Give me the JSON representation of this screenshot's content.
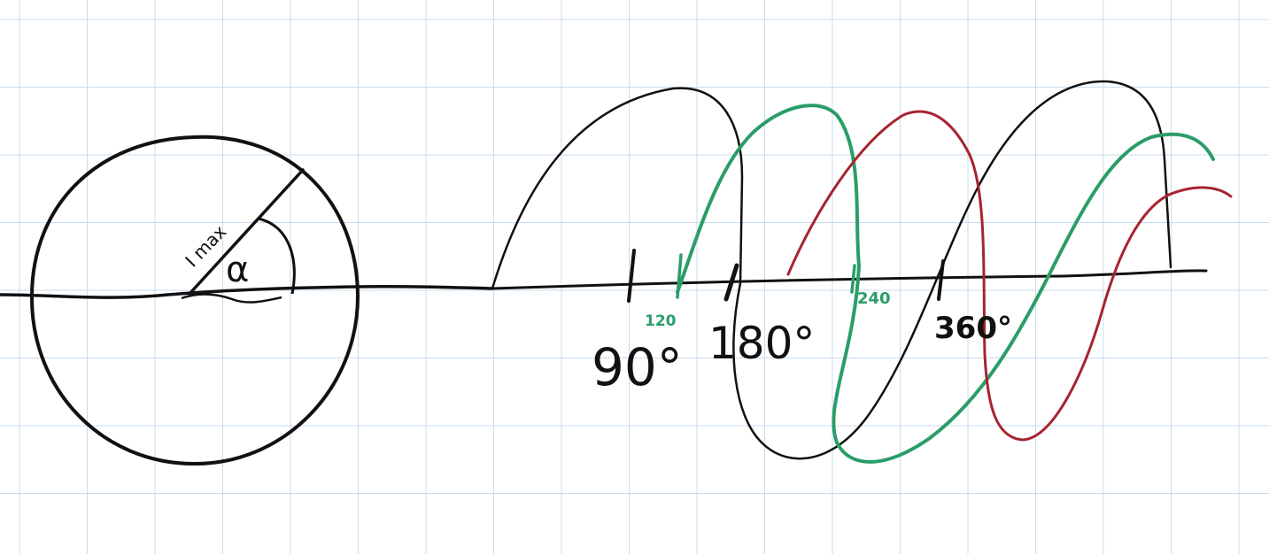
{
  "colors": {
    "paper": "#ffffff",
    "grid": "#c9dcef",
    "ink": "#111111",
    "phase_green": "#2a9d68",
    "phase_red": "#a5242f"
  },
  "phasor": {
    "radius_label": "I max",
    "angle_label": "α"
  },
  "ticks": {
    "deg_90": "90°",
    "deg_120": "120",
    "deg_180": "180°",
    "deg_240": "240",
    "deg_360": "360°"
  },
  "waves": [
    {
      "name_key": "phase-1",
      "color": "#111111"
    },
    {
      "name_key": "phase-2",
      "color": "#2a9d68"
    },
    {
      "name_key": "phase-3",
      "color": "#a5242f"
    }
  ]
}
